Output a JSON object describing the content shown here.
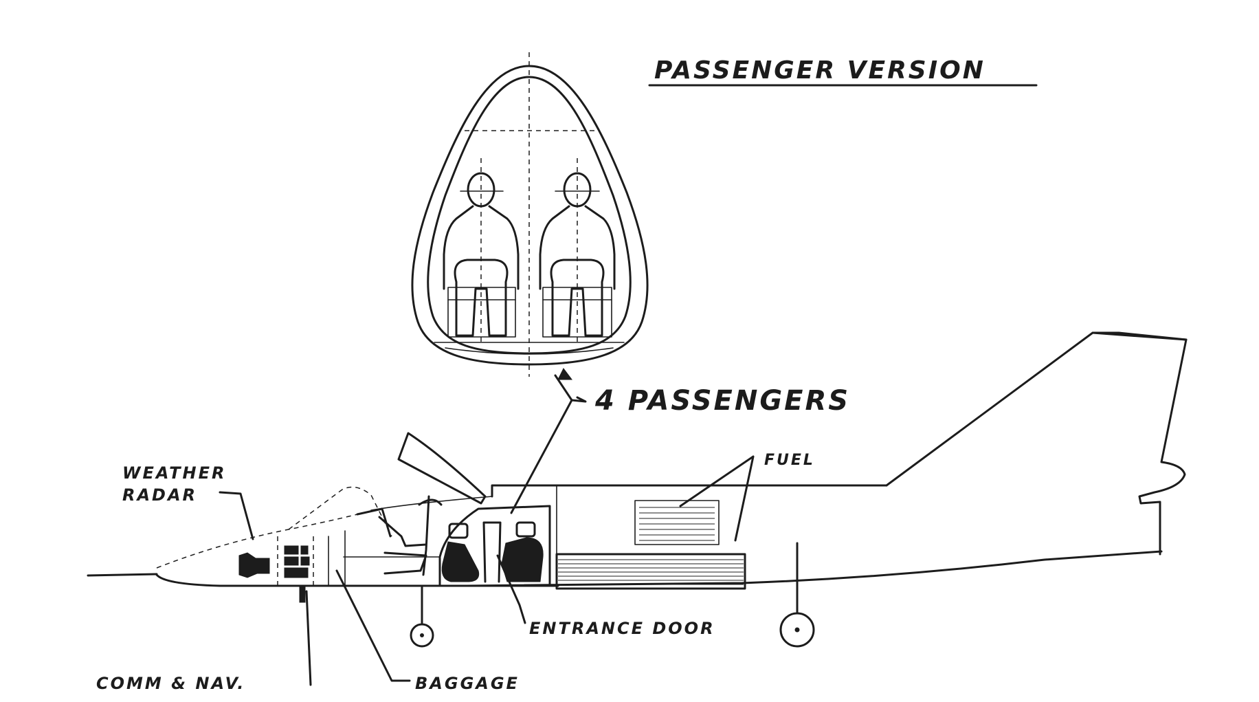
{
  "title": "PASSENGER VERSION",
  "labels": {
    "passengers": "4 PASSENGERS",
    "fuel": "FUEL",
    "weather_radar_line1": "WEATHER",
    "weather_radar_line2": "RADAR",
    "entrance_door": "ENTRANCE DOOR",
    "comm_nav": "COMM & NAV.",
    "baggage": "BAGGAGE"
  },
  "colors": {
    "ink": "#1c1c1c",
    "paper": "#ffffff"
  }
}
